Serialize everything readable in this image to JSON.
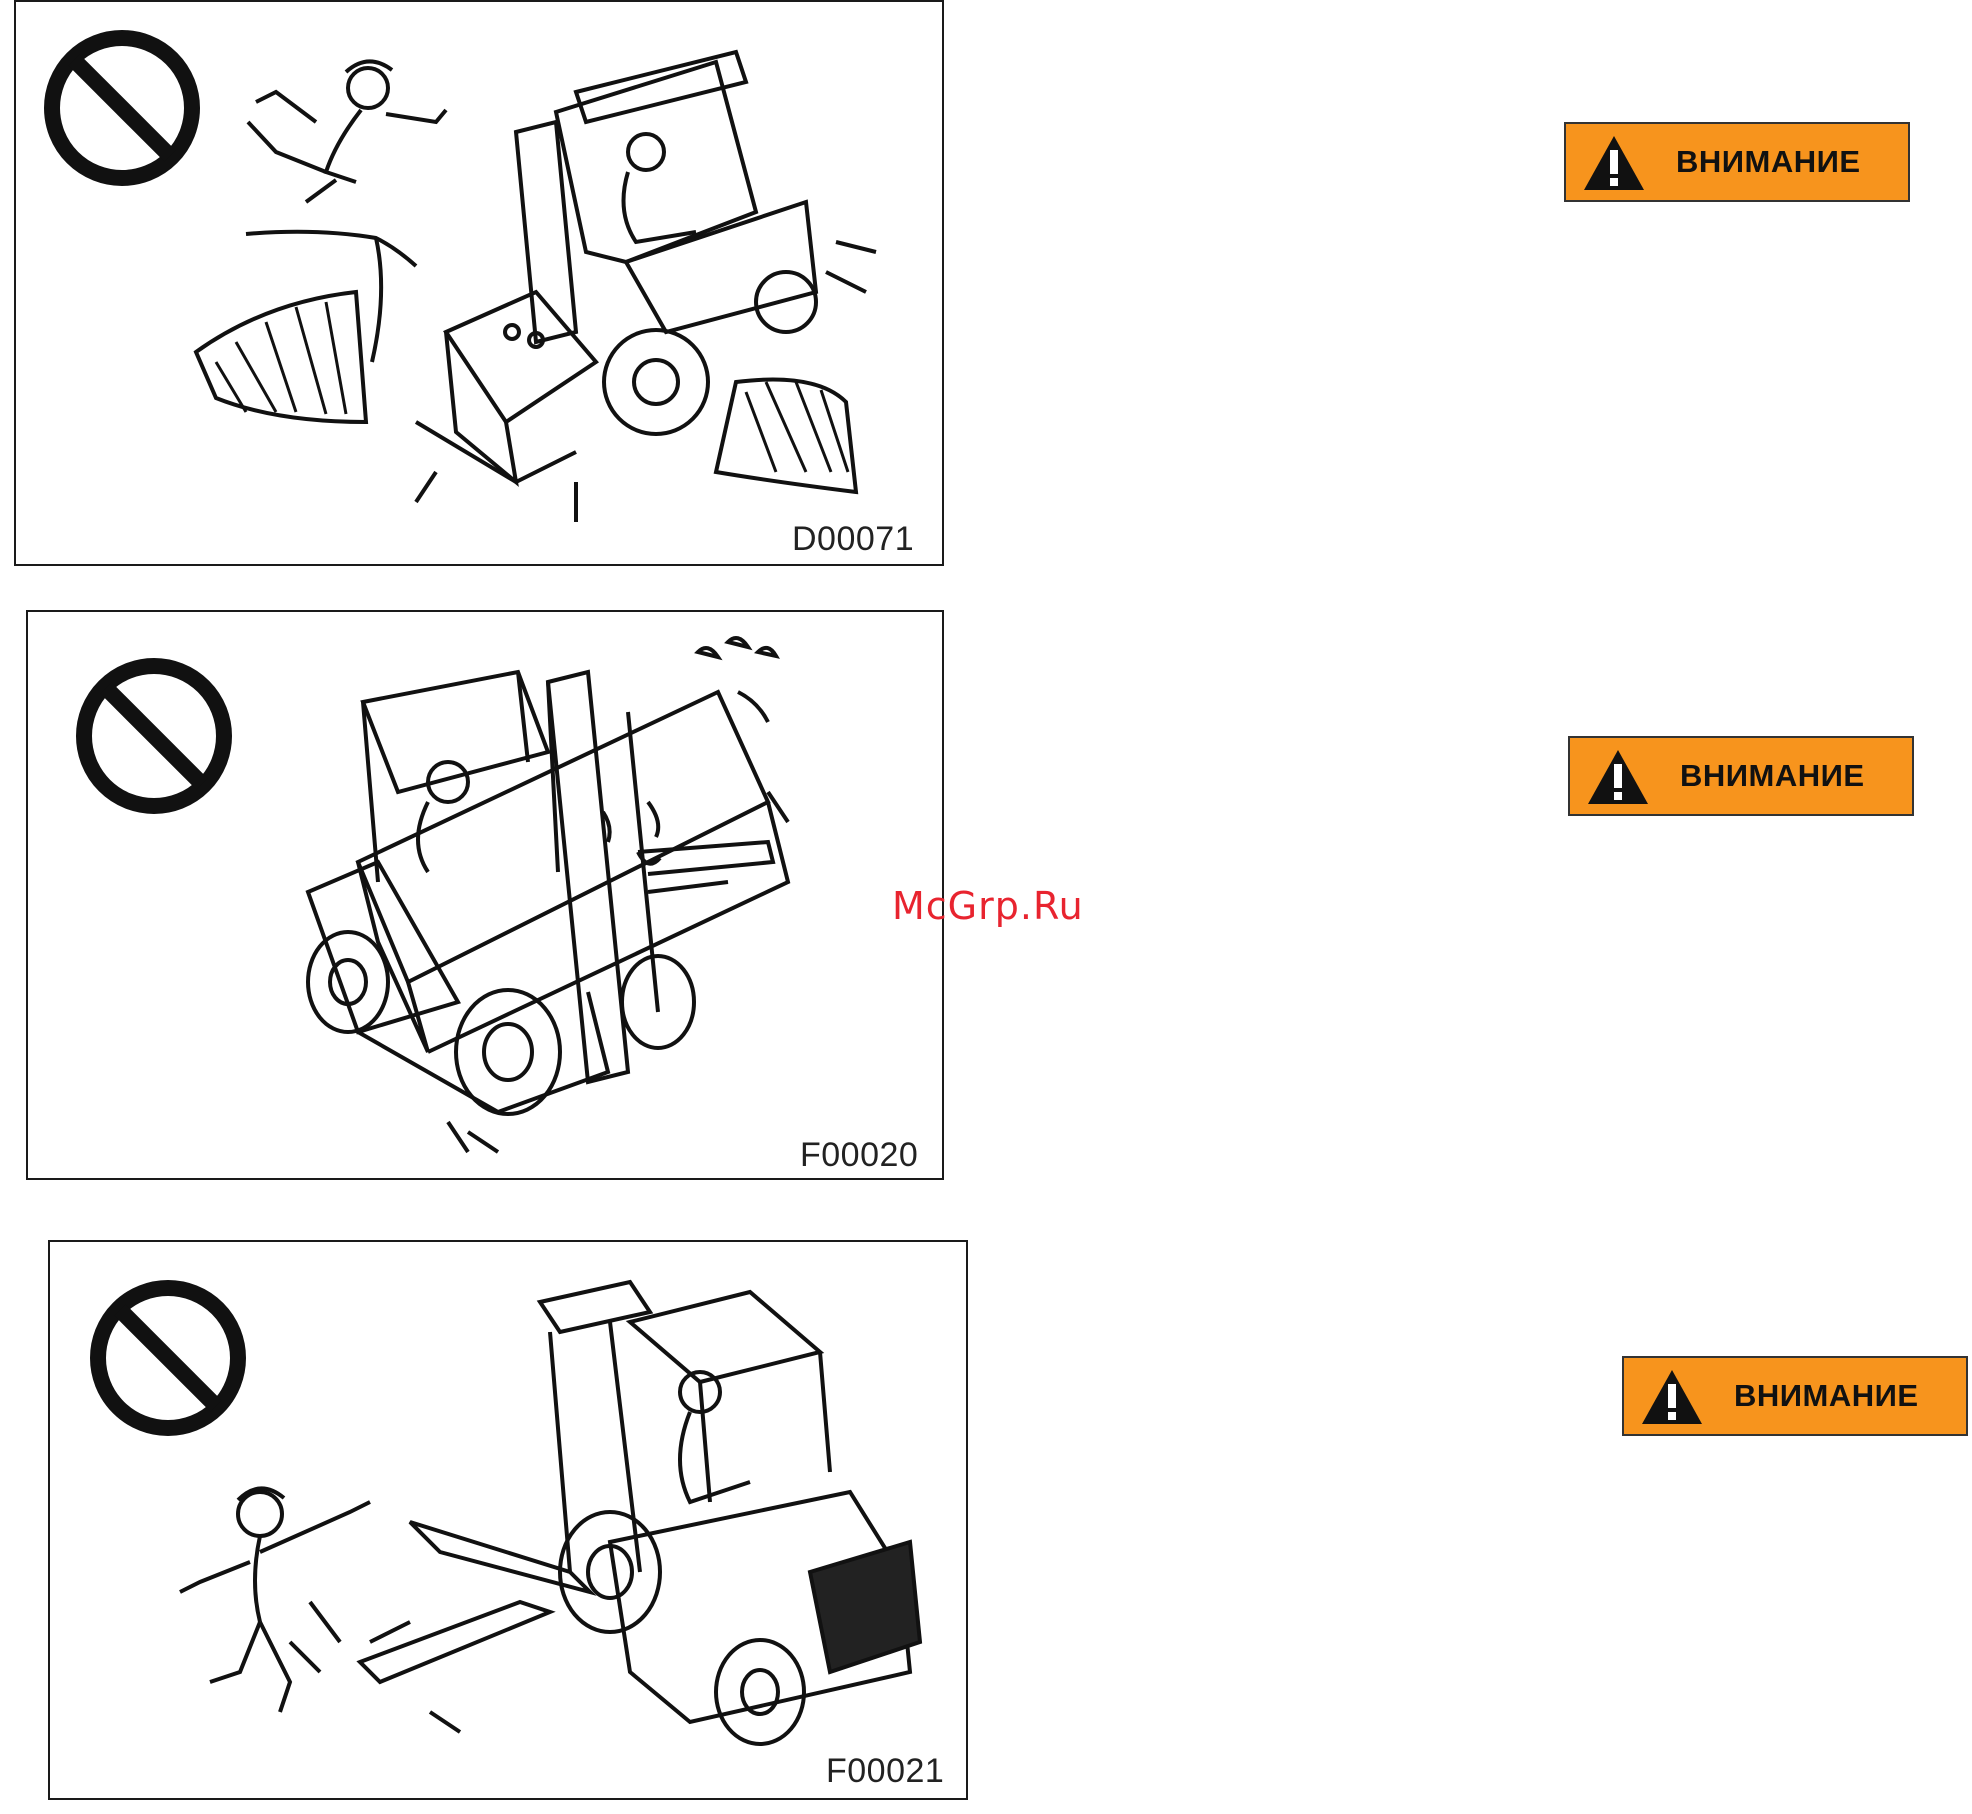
{
  "panels": [
    {
      "code": "D00071",
      "prohibition_icon": "no-entry-icon",
      "scene": "forklift-on-slope-falling-worker"
    },
    {
      "code": "F00020",
      "prohibition_icon": "no-entry-icon",
      "scene": "forklift-unstable-tilted-load"
    },
    {
      "code": "F00021",
      "prohibition_icon": "no-entry-icon",
      "scene": "forklift-forks-worker-jumping"
    }
  ],
  "warnings": [
    {
      "label": "ВНИМАНИЕ",
      "icon": "exclamation-triangle-icon"
    },
    {
      "label": "ВНИМАНИЕ",
      "icon": "exclamation-triangle-icon"
    },
    {
      "label": "ВНИМАНИЕ",
      "icon": "exclamation-triangle-icon"
    }
  ],
  "watermark": "McGrp.Ru",
  "colors": {
    "warning_orange": "#f7941d",
    "watermark_red": "#e8242f",
    "ink": "#1a1a1a"
  }
}
